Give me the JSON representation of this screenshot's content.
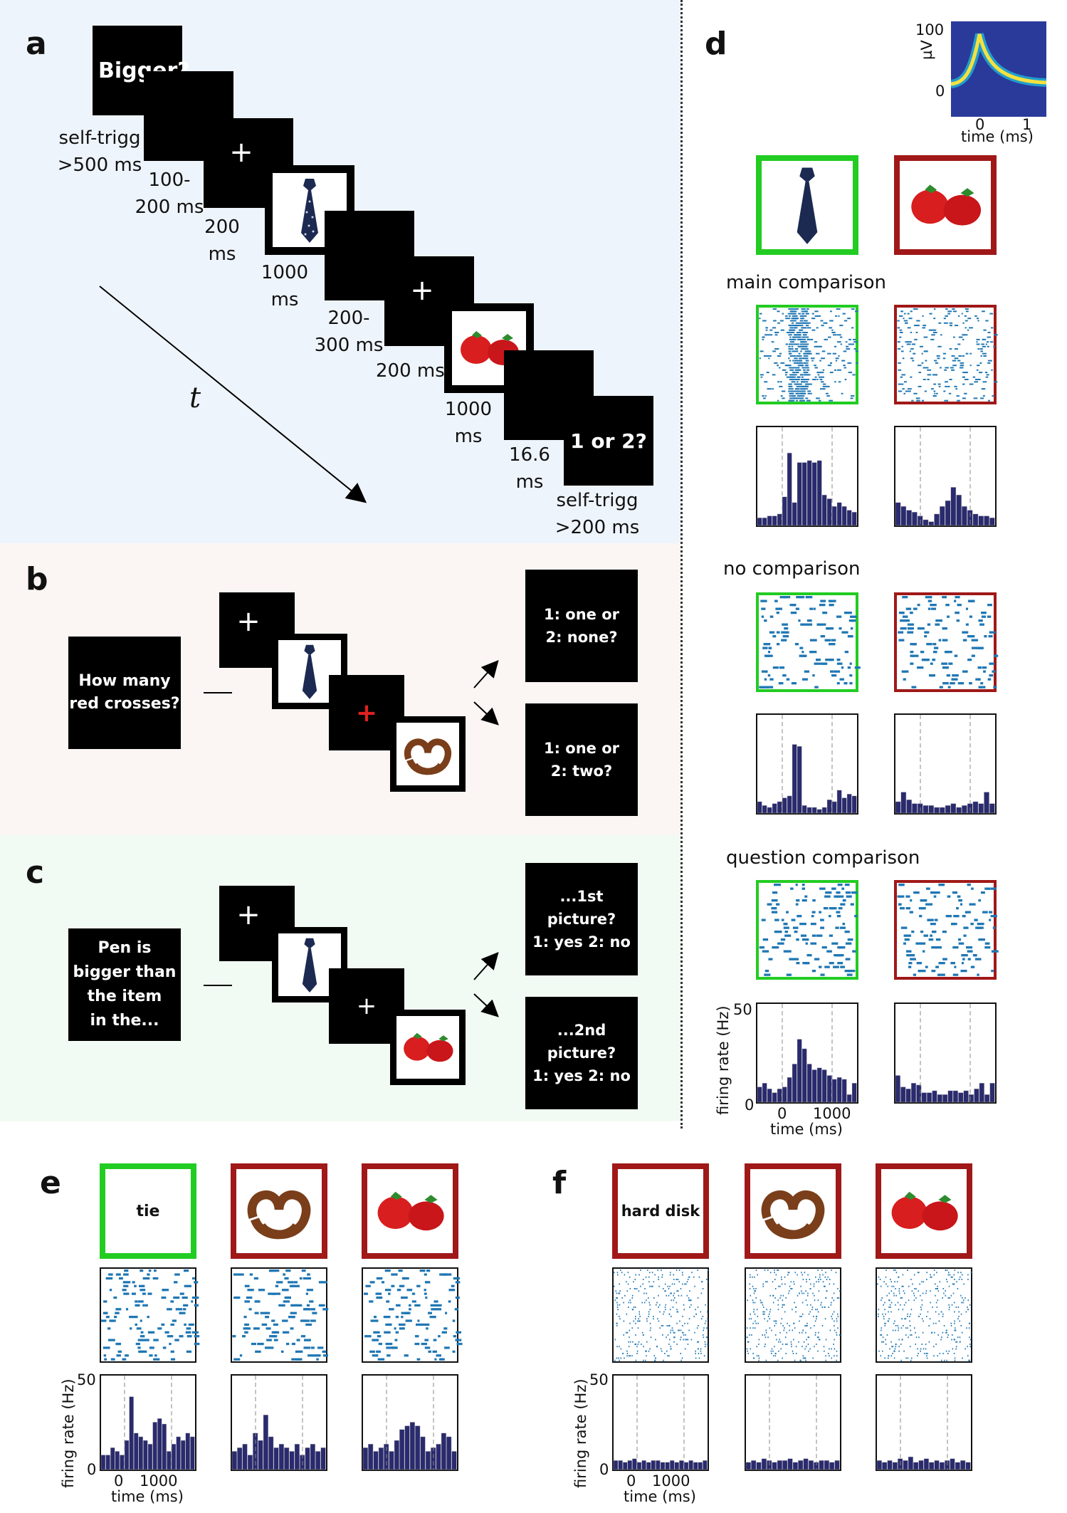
{
  "panels": {
    "a": "a",
    "b": "b",
    "c": "c",
    "d": "d",
    "e": "e",
    "f": "f"
  },
  "a": {
    "q_bigger": "Bigger?",
    "q_1or2": "1 or 2?",
    "t_self1a": "self-trigg",
    "t_self1b": ">500 ms",
    "t_100a": "100-",
    "t_100b": "200 ms",
    "t_200a": "200",
    "t_200b": "ms",
    "t_1000a": "1000",
    "t_1000b": "ms",
    "t_300a": "200-",
    "t_300b": "300 ms",
    "t_200ms": "200 ms",
    "t_1000c": "1000",
    "t_1000d": "ms",
    "t_166a": "16.6",
    "t_166b": "ms",
    "t_self2a": "self-trigg",
    "t_self2b": ">200 ms",
    "axis": "t"
  },
  "b": {
    "q1": "How many",
    "q2": "red crosses?",
    "r1a": "1: one or",
    "r1b": "2: none?",
    "r2a": "1: one or",
    "r2b": "2: two?"
  },
  "c": {
    "q1": "Pen is",
    "q2": "bigger than",
    "q3": "the item",
    "q4": "in the...",
    "r1a": "...1st picture?",
    "r1b": "1: yes 2: no",
    "r2a": "...2nd picture?",
    "r2b": "1: yes 2: no"
  },
  "d": {
    "wave_y_top": "100",
    "wave_y_bot": "0",
    "wave_ylabel": "µV",
    "wave_x0": "0",
    "wave_x1": "1",
    "wave_xlabel": "time (ms)",
    "main": "main comparison",
    "none": "no comparison",
    "question": "question comparison",
    "ylabel": "firing rate (Hz)",
    "y50": "50",
    "y0": "0",
    "x0": "0",
    "x1000": "1000",
    "xlabel": "time (ms)"
  },
  "e": {
    "tie": "tie",
    "ylabel": "firing rate (Hz)",
    "y50": "50",
    "y0": "0",
    "x0": "0",
    "x1000": "1000",
    "xlabel": "time (ms)"
  },
  "f": {
    "disk": "hard disk",
    "ylabel": "firing rate (Hz)",
    "y50": "50",
    "y0": "0",
    "x0": "0",
    "x1000": "1000",
    "xlabel": "time (ms)"
  },
  "colors": {
    "green": "#22cc22",
    "red": "#a01818",
    "raster": "#1f77b4",
    "bar": "#2a2a6e"
  },
  "chart_data": [
    {
      "type": "bar",
      "ylim": [
        0,
        50
      ],
      "values": [
        4,
        4,
        5,
        5,
        6,
        15,
        38,
        12,
        33,
        33,
        34,
        33,
        34,
        16,
        14,
        10,
        12,
        10,
        8,
        7
      ]
    },
    {
      "type": "bar",
      "ylim": [
        0,
        50
      ],
      "values": [
        12,
        10,
        8,
        7,
        5,
        3,
        2,
        6,
        10,
        13,
        20,
        16,
        10,
        8,
        6,
        5,
        5,
        4
      ]
    },
    {
      "type": "bar",
      "ylim": [
        0,
        50
      ],
      "values": [
        6,
        4,
        3,
        5,
        6,
        8,
        9,
        36,
        35,
        4,
        3,
        3,
        2,
        3,
        7,
        6,
        12,
        8,
        10,
        9
      ]
    },
    {
      "type": "bar",
      "ylim": [
        0,
        50
      ],
      "values": [
        6,
        11,
        7,
        5,
        5,
        4,
        4,
        3,
        3,
        4,
        5,
        3,
        4,
        5,
        6,
        5,
        11,
        5
      ]
    },
    {
      "type": "bar",
      "ylim": [
        0,
        50
      ],
      "values": [
        8,
        10,
        7,
        5,
        7,
        8,
        13,
        20,
        33,
        28,
        20,
        17,
        18,
        17,
        14,
        12,
        13,
        12,
        4,
        10
      ]
    },
    {
      "type": "bar",
      "ylim": [
        0,
        50
      ],
      "values": [
        14,
        8,
        7,
        10,
        9,
        5,
        5,
        6,
        4,
        4,
        6,
        6,
        5,
        6,
        4,
        7,
        10,
        4,
        10
      ]
    },
    {
      "type": "bar",
      "ylim": [
        0,
        50
      ],
      "values": [
        8,
        8,
        12,
        10,
        8,
        16,
        40,
        20,
        18,
        16,
        14,
        26,
        28,
        25,
        10,
        14,
        18,
        16,
        20,
        18
      ]
    },
    {
      "type": "bar",
      "ylim": [
        0,
        50
      ],
      "values": [
        10,
        12,
        14,
        8,
        20,
        16,
        30,
        18,
        12,
        14,
        12,
        10,
        14,
        8,
        12,
        14,
        10,
        12
      ]
    },
    {
      "type": "bar",
      "ylim": [
        0,
        50
      ],
      "values": [
        12,
        14,
        10,
        12,
        14,
        10,
        16,
        22,
        24,
        26,
        24,
        18,
        10,
        12,
        14,
        20,
        18,
        10
      ]
    },
    {
      "type": "bar",
      "ylim": [
        0,
        50
      ],
      "values": [
        5,
        5,
        4,
        5,
        6,
        4,
        5,
        4,
        5,
        5,
        4,
        4,
        5,
        4,
        5,
        4,
        5,
        4,
        4,
        5
      ]
    },
    {
      "type": "bar",
      "ylim": [
        0,
        50
      ],
      "values": [
        4,
        5,
        4,
        6,
        5,
        4,
        5,
        5,
        6,
        4,
        5,
        6,
        5,
        4,
        5,
        5,
        4,
        5
      ]
    },
    {
      "type": "bar",
      "ylim": [
        0,
        50
      ],
      "values": [
        5,
        4,
        5,
        4,
        6,
        5,
        7,
        4,
        5,
        6,
        4,
        5,
        4,
        5,
        6,
        4,
        5,
        4
      ]
    }
  ]
}
